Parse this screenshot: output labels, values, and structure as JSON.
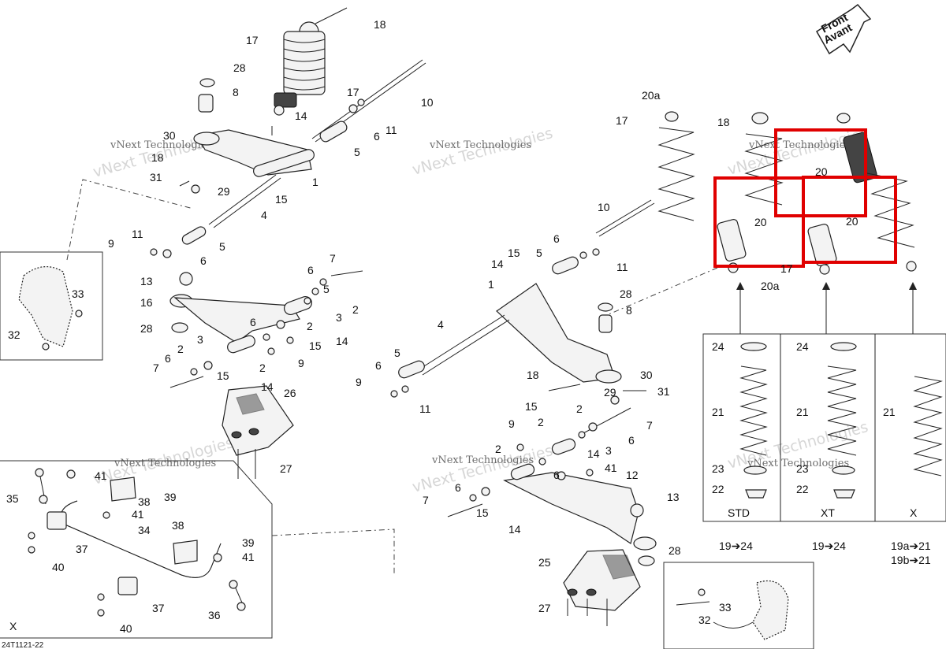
{
  "diagram": {
    "code": "24T1121-22",
    "watermark": "vNext Technologies",
    "direction_arrow": {
      "line1": "Front",
      "line2": "Avant"
    },
    "variants": [
      {
        "name": "STD",
        "range": "19➔24"
      },
      {
        "name": "XT",
        "range": "19➔24"
      },
      {
        "name": "X",
        "range1": "19a➔21",
        "range2": "19b➔21"
      }
    ],
    "section_marker": "X",
    "callouts": [
      "1",
      "2",
      "3",
      "4",
      "5",
      "6",
      "7",
      "8",
      "9",
      "10",
      "11",
      "12",
      "13",
      "14",
      "15",
      "16",
      "17",
      "18",
      "20",
      "20a",
      "21",
      "22",
      "23",
      "24",
      "25",
      "26",
      "27",
      "28",
      "29",
      "30",
      "31",
      "32",
      "33",
      "34",
      "35",
      "36",
      "37",
      "38",
      "39",
      "40",
      "41"
    ]
  },
  "highlight": {
    "color": "#e00000"
  }
}
